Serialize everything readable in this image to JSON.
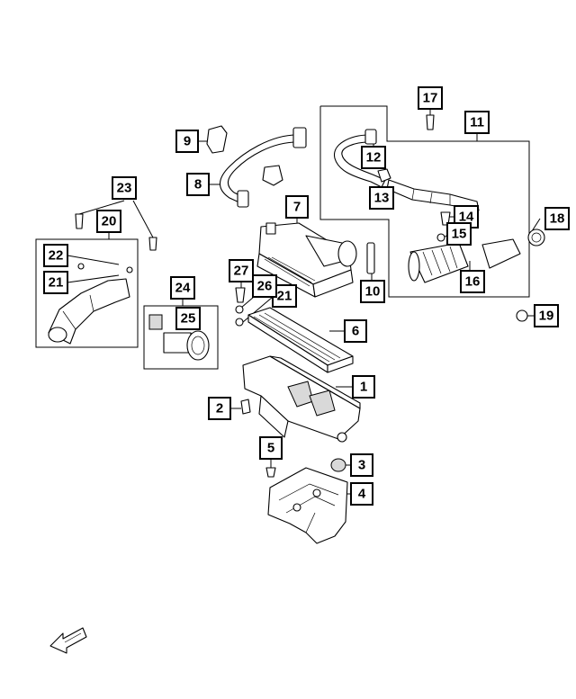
{
  "callouts": {
    "c1": "1",
    "c2": "2",
    "c3": "3",
    "c4": "4",
    "c5": "5",
    "c6": "6",
    "c7": "7",
    "c8": "8",
    "c9": "9",
    "c10": "10",
    "c11": "11",
    "c12": "12",
    "c13": "13",
    "c14": "14",
    "c15": "15",
    "c16": "16",
    "c17": "17",
    "c18": "18",
    "c19": "19",
    "c20": "20",
    "c21a": "21",
    "c21b": "21",
    "c22": "22",
    "c23": "23",
    "c24": "24",
    "c25": "25",
    "c26": "26",
    "c27": "27"
  },
  "icons": {
    "direction_arrow": "direction-arrow-icon"
  }
}
